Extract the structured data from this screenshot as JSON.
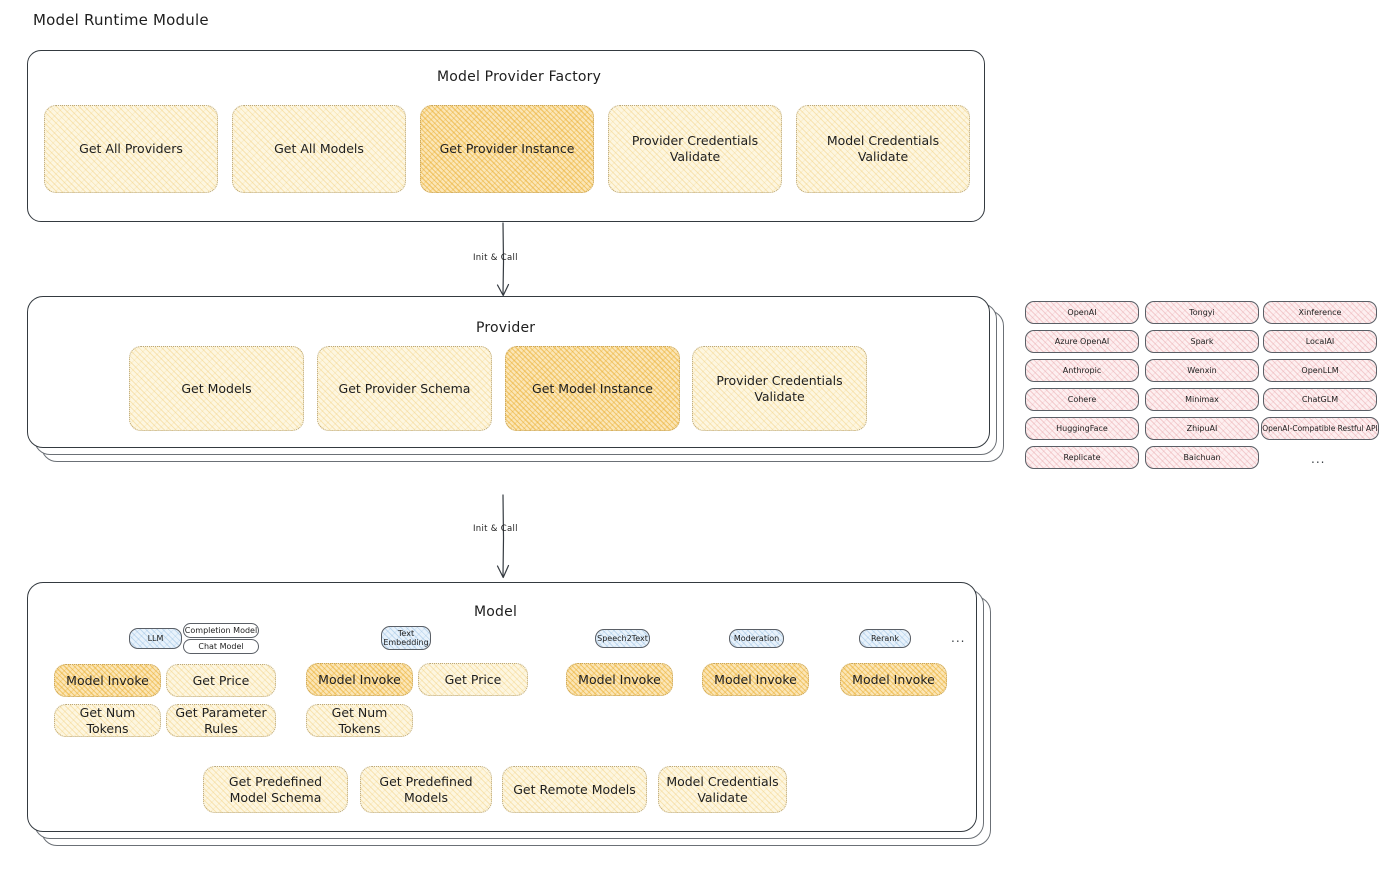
{
  "page": {
    "title": "Model Runtime Module"
  },
  "factory": {
    "title": "Model Provider Factory",
    "ops": [
      {
        "label": "Get All Providers",
        "highlighted": false
      },
      {
        "label": "Get All Models",
        "highlighted": false
      },
      {
        "label": "Get Provider Instance",
        "highlighted": true
      },
      {
        "label": "Provider Credentials Validate",
        "highlighted": false
      },
      {
        "label": "Model Credentials Validate",
        "highlighted": false
      }
    ]
  },
  "arrows": [
    {
      "label": "Init & Call"
    },
    {
      "label": "Init & Call"
    }
  ],
  "provider": {
    "title": "Provider",
    "stack_layers": 2,
    "ops": [
      {
        "label": "Get Models",
        "highlighted": false
      },
      {
        "label": "Get Provider Schema",
        "highlighted": false
      },
      {
        "label": "Get Model Instance",
        "highlighted": true
      },
      {
        "label": "Provider Credentials Validate",
        "highlighted": false
      }
    ]
  },
  "provider_list": {
    "columns": [
      [
        "OpenAI",
        "Azure OpenAI",
        "Anthropic",
        "Cohere",
        "HuggingFace",
        "Replicate"
      ],
      [
        "Tongyi",
        "Spark",
        "Wenxin",
        "Minimax",
        "ZhipuAI",
        "Baichuan"
      ],
      [
        "Xinference",
        "LocalAI",
        "OpenLLM",
        "ChatGLM",
        "OpenAI-Compatible Restful API"
      ]
    ],
    "more": "..."
  },
  "model": {
    "title": "Model",
    "stack_layers": 2,
    "more": "...",
    "types": [
      {
        "badge": "LLM",
        "sub_badges": [
          "Completion Model",
          "Chat Model"
        ],
        "ops": [
          {
            "label": "Model Invoke",
            "highlighted": true
          },
          {
            "label": "Get Price",
            "highlighted": false
          },
          {
            "label": "Get Num Tokens",
            "highlighted": false
          },
          {
            "label": "Get Parameter Rules",
            "highlighted": false
          }
        ]
      },
      {
        "badge": "Text Embedding",
        "sub_badges": [],
        "ops": [
          {
            "label": "Model Invoke",
            "highlighted": true
          },
          {
            "label": "Get Price",
            "highlighted": false
          },
          {
            "label": "Get Num Tokens",
            "highlighted": false
          }
        ]
      },
      {
        "badge": "Speech2Text",
        "sub_badges": [],
        "ops": [
          {
            "label": "Model Invoke",
            "highlighted": true
          }
        ]
      },
      {
        "badge": "Moderation",
        "sub_badges": [],
        "ops": [
          {
            "label": "Model Invoke",
            "highlighted": true
          }
        ]
      },
      {
        "badge": "Rerank",
        "sub_badges": [],
        "ops": [
          {
            "label": "Model Invoke",
            "highlighted": true
          }
        ]
      }
    ],
    "shared_ops": [
      {
        "label": "Get Predefined Model Schema"
      },
      {
        "label": "Get Predefined Models"
      },
      {
        "label": "Get Remote Models"
      },
      {
        "label": "Model Credentials Validate"
      }
    ]
  },
  "colors": {
    "stroke": "#343a40",
    "op_fill": "#fdf6e0",
    "op_fill_highlight": "#fbe6b7",
    "chip_fill": "#fdeff0",
    "badge_blue": "#e8f2fb"
  }
}
